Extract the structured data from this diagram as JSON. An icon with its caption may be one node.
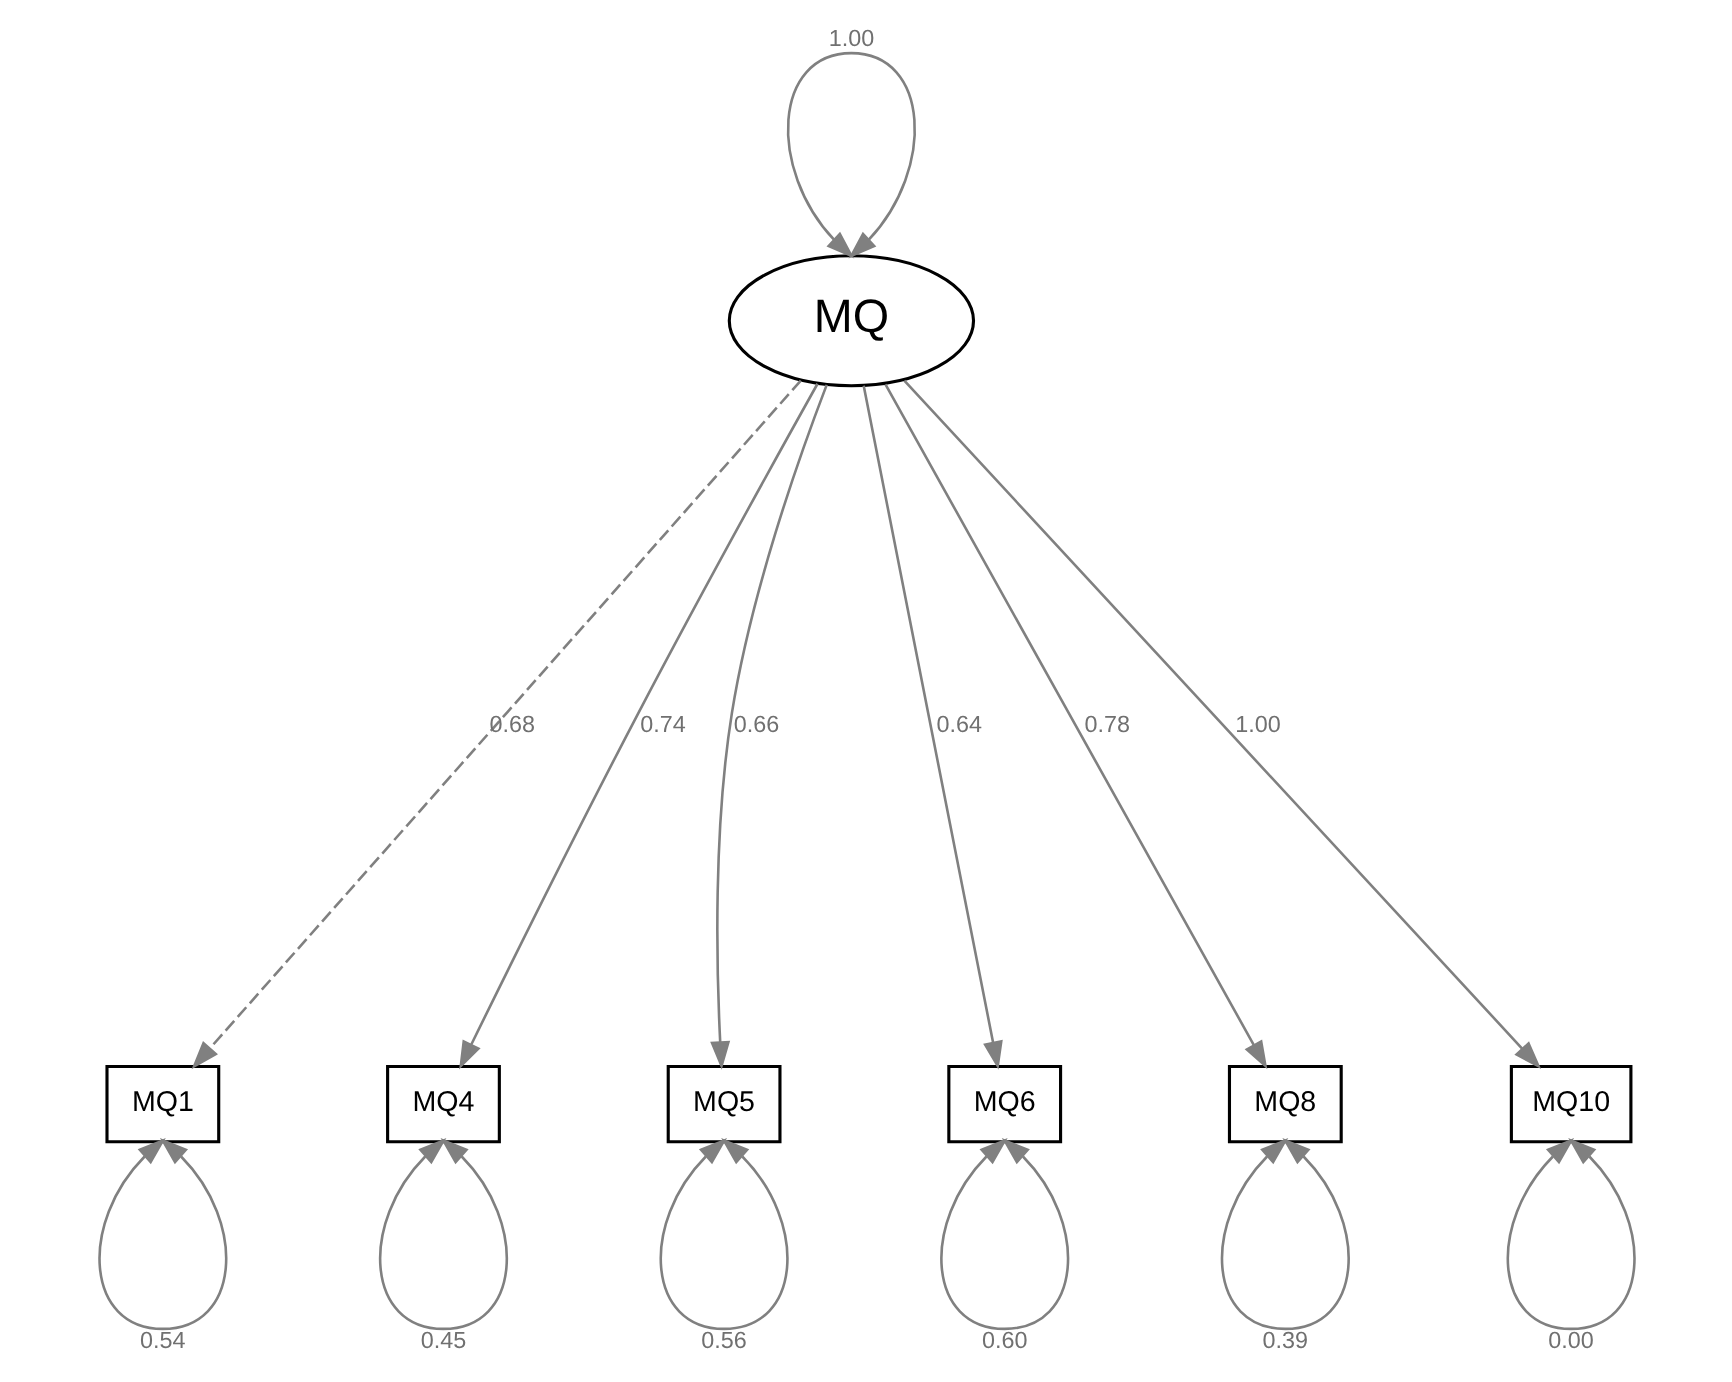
{
  "diagram": {
    "nodes": [
      {
        "text": [
          "MQ"
        ]
      },
      {
        "text": [
          "MQ1"
        ]
      },
      {
        "text": [
          "MQ4"
        ]
      },
      {
        "text": [
          "MQ5"
        ]
      },
      {
        "text": [
          "MQ6"
        ]
      },
      {
        "text": [
          "MQ8"
        ]
      },
      {
        "text": [
          "MQ10"
        ]
      }
    ],
    "edges": [
      {
        "from": 0,
        "to": 0,
        "arrow": "both",
        "label": "1.00"
      },
      {
        "from": 0,
        "to": 1,
        "arrow": "to",
        "label": "0.68",
        "style": "dashed"
      },
      {
        "from": 0,
        "to": 2,
        "arrow": "to",
        "label": "0.74"
      },
      {
        "from": 0,
        "to": 3,
        "arrow": "to",
        "label": "0.66"
      },
      {
        "from": 0,
        "to": 4,
        "arrow": "to",
        "label": "0.64"
      },
      {
        "from": 0,
        "to": 5,
        "arrow": "to",
        "label": "0.78"
      },
      {
        "from": 0,
        "to": 6,
        "arrow": "to",
        "label": "1.00"
      },
      {
        "from": 1,
        "to": 1,
        "arrow": "both",
        "label": "0.54"
      },
      {
        "from": 2,
        "to": 2,
        "arrow": "both",
        "label": "0.45"
      },
      {
        "from": 3,
        "to": 3,
        "arrow": "both",
        "label": "0.56"
      },
      {
        "from": 4,
        "to": 4,
        "arrow": "both",
        "label": "0.60"
      },
      {
        "from": 5,
        "to": 5,
        "arrow": "both",
        "label": "0.39"
      },
      {
        "from": 6,
        "to": 6,
        "arrow": "both",
        "label": "0.00"
      }
    ]
  }
}
